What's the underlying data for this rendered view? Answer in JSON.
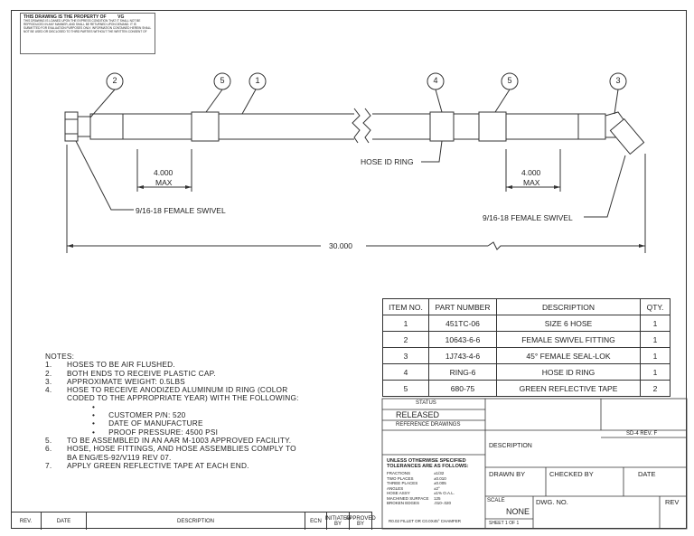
{
  "proprietary": {
    "heading": "THIS DRAWING IS THE PROPERTY OF",
    "owner": "VG",
    "text": "THIS DRAWING IS LOANED UPON THE EXPRESS CONDITION THAT IT SHALL NOT BE REPRODUCED IN ANY MANNER, AND SHALL BE RETURNED UPON DEMAND. IT IS SUBMITTED FOR EVALUATION PURPOSES ONLY. INFORMATION CONTAINED HEREIN SHALL NOT BE USED OR DISCLOSED TO THIRD PARTIES WITHOUT THE WRITTEN CONSENT OF"
  },
  "drawing": {
    "balloons": [
      "2",
      "5",
      "1",
      "4",
      "5",
      "3"
    ],
    "dim_left": {
      "value": "4.000",
      "qualifier": "MAX"
    },
    "dim_right": {
      "value": "4.000",
      "qualifier": "MAX"
    },
    "overall_length": "30.000",
    "callout_left": "9/16-18 FEMALE SWIVEL",
    "callout_right": "9/16-18 FEMALE SWIVEL",
    "callout_id_ring": "HOSE ID RING"
  },
  "bom": {
    "headers": [
      "ITEM NO.",
      "PART NUMBER",
      "DESCRIPTION",
      "QTY."
    ],
    "rows": [
      [
        "1",
        "451TC-06",
        "SIZE 6 HOSE",
        "1"
      ],
      [
        "2",
        "10643-6-6",
        "FEMALE SWIVEL FITTING",
        "1"
      ],
      [
        "3",
        "1J743-4-6",
        "45° FEMALE SEAL-LOK",
        "1"
      ],
      [
        "4",
        "RING-6",
        "HOSE ID RING",
        "1"
      ],
      [
        "5",
        "680-75",
        "GREEN REFLECTIVE TAPE",
        "2"
      ]
    ]
  },
  "notes": {
    "title": "NOTES:",
    "items": [
      {
        "num": "1.",
        "text": "HOSES TO BE AIR FLUSHED."
      },
      {
        "num": "2.",
        "text": "BOTH ENDS TO RECEIVE PLASTIC CAP."
      },
      {
        "num": "3.",
        "text": "APPROXIMATE WEIGHT: 0.5LBS"
      },
      {
        "num": "4.",
        "text": "HOSE TO RECEIVE ANODIZED ALUMINUM ID RING (COLOR"
      },
      {
        "num": "",
        "text": "CODED TO THE APPROPRIATE YEAR) WITH THE FOLLOWING:"
      },
      {
        "num": "",
        "text": "•"
      },
      {
        "num": "",
        "text": "•      CUSTOMER P/N: 520"
      },
      {
        "num": "",
        "text": "•      DATE OF MANUFACTURE"
      },
      {
        "num": "",
        "text": "•      PROOF PRESSURE: 4500 PSI"
      },
      {
        "num": "5.",
        "text": "TO BE ASSEMBLED IN AN AAR M-1003 APPROVED FACILITY."
      },
      {
        "num": "6.",
        "text": "HOSE, HOSE FITTINGS, AND HOSE ASSEMBLIES COMPLY TO"
      },
      {
        "num": "",
        "text": "BA ENG/ES-92/V119 REV 07."
      },
      {
        "num": "7.",
        "text": "APPLY GREEN REFLECTIVE TAPE AT EACH END."
      }
    ]
  },
  "title_block": {
    "status_label": "STATUS",
    "status_value": "RELEASED",
    "ref_drawings": "REFERENCE DRAWINGS",
    "doc_rev": "SD-4 REV. F",
    "description_label": "DESCRIPTION",
    "tolerance_heading": "UNLESS OTHERWISE SPECIFIED TOLERANCES ARE AS FOLLOWS:",
    "tolerances": [
      [
        "FRACTIONS",
        "±1/32"
      ],
      [
        "TWO PLACES",
        "±0.010"
      ],
      [
        "THREE PLACES",
        "±0.005"
      ],
      [
        "ANGLES",
        "±2°"
      ],
      [
        "HOSE ASSY",
        "±1% O.A.L."
      ],
      [
        "MACHINED SURFACE",
        "125"
      ],
      [
        "BROKEN EDGES",
        ".010-.020"
      ]
    ],
    "fillet_note": "R0.02 FILLET OR C0.0X45° CHAMFER",
    "drawn_by": "DRAWN BY",
    "checked_by": "CHECKED BY",
    "date": "DATE",
    "scale_label": "SCALE",
    "scale_value": "NONE",
    "dwg_no": "DWG. NO.",
    "rev": "REV",
    "sheet": "SHEET 1 OF 1"
  },
  "revision_strip": {
    "rev": "REV.",
    "date": "DATE",
    "description": "DESCRIPTION",
    "ecn": "ECN",
    "initiated_by": "INITIATED BY",
    "approved_by": "APPROVED BY"
  }
}
